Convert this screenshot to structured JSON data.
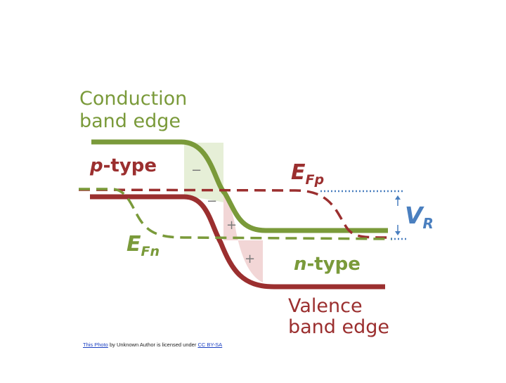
{
  "diagram": {
    "labels": {
      "conduction_line1": "Conduction",
      "conduction_line2": "band edge",
      "p_type_italic": "p",
      "p_type_rest": "-type",
      "n_type_italic": "n",
      "n_type_rest": "-type",
      "efp_main": "E",
      "efp_sub": "Fp",
      "efn_main": "E",
      "efn_sub": "Fn",
      "vr_main": "V",
      "vr_sub": "R",
      "valence_line1": "Valence",
      "valence_line2": "band edge"
    },
    "charges": {
      "minus_upper": "−",
      "minus_lower": "−",
      "plus_upper": "+",
      "plus_lower": "+"
    },
    "colors": {
      "conduction": "#7a9a3a",
      "valence": "#9b2f2f",
      "p_side_shade": "#e6efd7",
      "n_side_shade": "#f2d6d6",
      "vr": "#4a7fbf",
      "charge_text": "#7a7a7a"
    }
  },
  "attribution": {
    "link_photo": "This Photo",
    "middle": " by Unknown Author is licensed under ",
    "link_license": "CC BY-SA"
  }
}
